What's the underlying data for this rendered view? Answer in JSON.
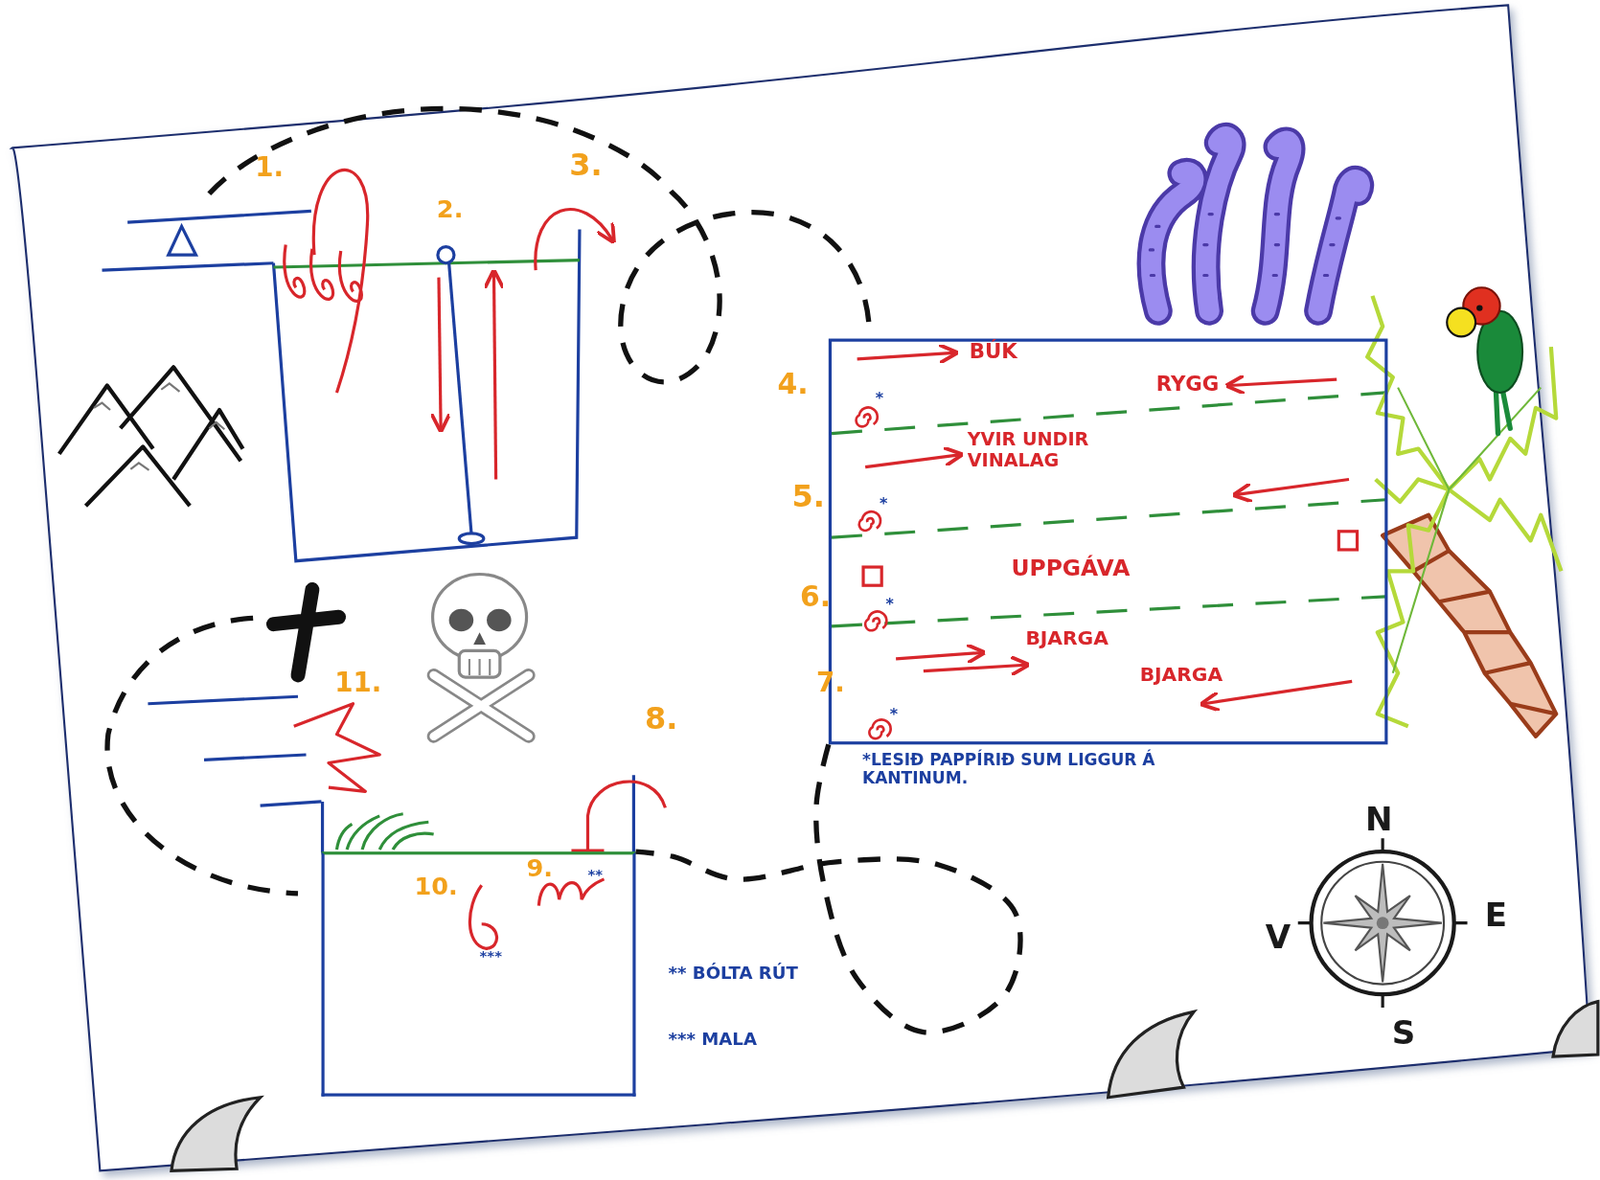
{
  "diagram": {
    "nodes": [
      {
        "text": [
          "BÚK",
          "RYGG",
          "YVIR UNDIR VINALAG",
          "UPPGÁVA",
          "BJARGA",
          "BJARGA"
        ]
      },
      {
        "text": [
          "10.",
          "9.",
          "***",
          "**"
        ]
      }
    ],
    "edges": [
      {
        "from": 0,
        "to": 1,
        "arrow": "none"
      }
    ],
    "labels": [
      "1.",
      "2.",
      "3.",
      "4.",
      "*",
      "5.",
      "*",
      "6.",
      "*",
      "7.",
      "*",
      "*LESIÐ PAPPÍRIÐ SUM LIGGUR Á KANTINUM.",
      "11.",
      "8.",
      "** BÓLTA RÚT",
      "*** MALA",
      "N",
      "V",
      "E",
      "S"
    ]
  }
}
